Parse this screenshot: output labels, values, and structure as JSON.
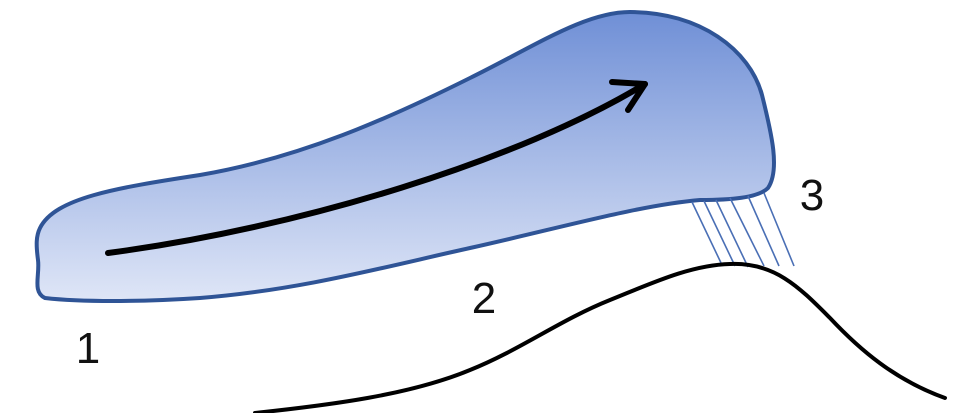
{
  "labels": {
    "one": "1",
    "two": "2",
    "three": "3"
  },
  "colors": {
    "blob_fill_top": "#6f8fd6",
    "blob_fill_bottom": "#dfe6f7",
    "blob_stroke": "#2f5496",
    "arrow": "#000000",
    "ground": "#000000",
    "rays": "#4a6fb5"
  }
}
